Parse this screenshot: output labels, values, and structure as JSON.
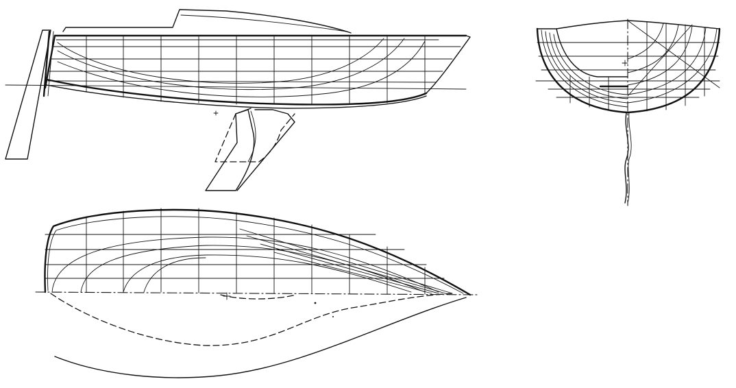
{
  "drawing": {
    "views": [
      "profile-view",
      "body-plan-view",
      "half-breadth-view"
    ],
    "colors": {
      "ink": "#111111",
      "paper": "#ffffff"
    }
  }
}
